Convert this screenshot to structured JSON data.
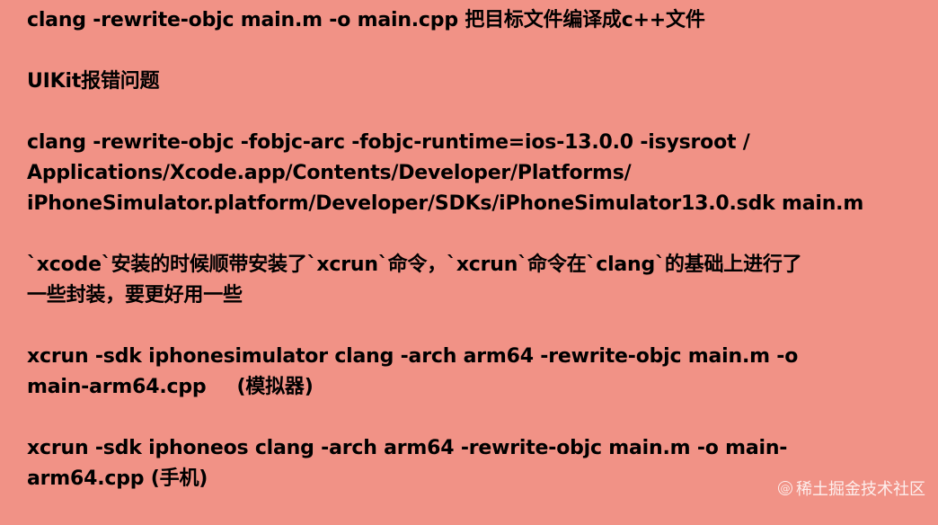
{
  "colors": {
    "background": "#f19286",
    "text": "#000000",
    "watermark": "#ffffff"
  },
  "notes": {
    "p1": "clang -rewrite-objc main.m -o main.cpp  把目标文件编译成c++文件",
    "p2": "UIKit报错问题",
    "p3": {
      "line1": "clang -rewrite-objc -fobjc-arc -fobjc-runtime=ios-13.0.0 -isysroot /",
      "line2": "Applications/Xcode.app/Contents/Developer/Platforms/",
      "line3": "iPhoneSimulator.platform/Developer/SDKs/iPhoneSimulator13.0.sdk main.m"
    },
    "p4": {
      "line1": "`xcode`安装的时候顺带安装了`xcrun`命令，`xcrun`命令在`clang`的基础上进行了",
      "line2": "一些封装，要更好用一些"
    },
    "p5": {
      "line1": "xcrun -sdk iphonesimulator clang -arch arm64 -rewrite-objc main.m -o",
      "line2a": "main-arm64.cpp",
      "line2b": "(模拟器)"
    },
    "p6": {
      "line1": "xcrun -sdk iphoneos clang -arch arm64 -rewrite-objc main.m -o main-",
      "line2": "arm64.cpp  (手机)"
    }
  },
  "watermark": {
    "icon": "at-icon",
    "icon_glyph": "@",
    "text": "稀土掘金技术社区"
  }
}
